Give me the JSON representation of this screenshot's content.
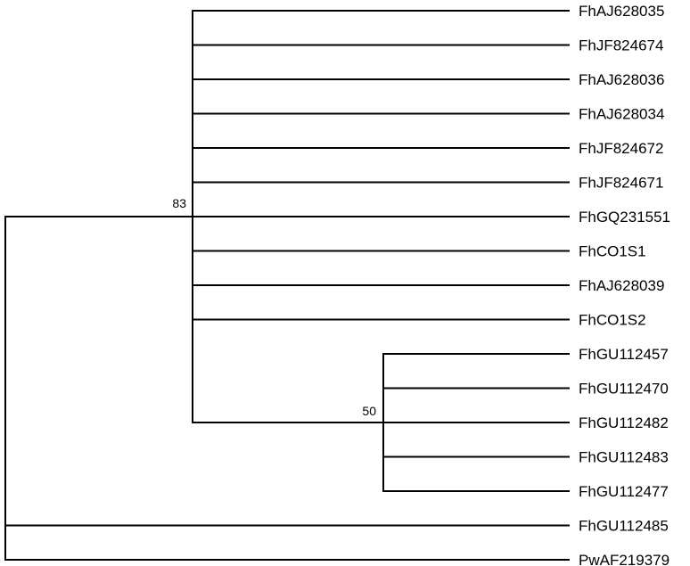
{
  "tree": {
    "line_color": "#000000",
    "background": "#ffffff",
    "leaves": [
      "FhAJ628035",
      "FhJF824674",
      "FhAJ628036",
      "FhAJ628034",
      "FhJF824672",
      "FhJF824671",
      "FhGQ231551",
      "FhCO1S1",
      "FhAJ628039",
      "FhCO1S2",
      "FhGU112457",
      "FhGU112470",
      "FhGU112482",
      "FhGU112483",
      "FhGU112477",
      "FhGU112485",
      "PwAF219379"
    ],
    "support_values": {
      "main_clade": "83",
      "subclade": "50"
    }
  }
}
